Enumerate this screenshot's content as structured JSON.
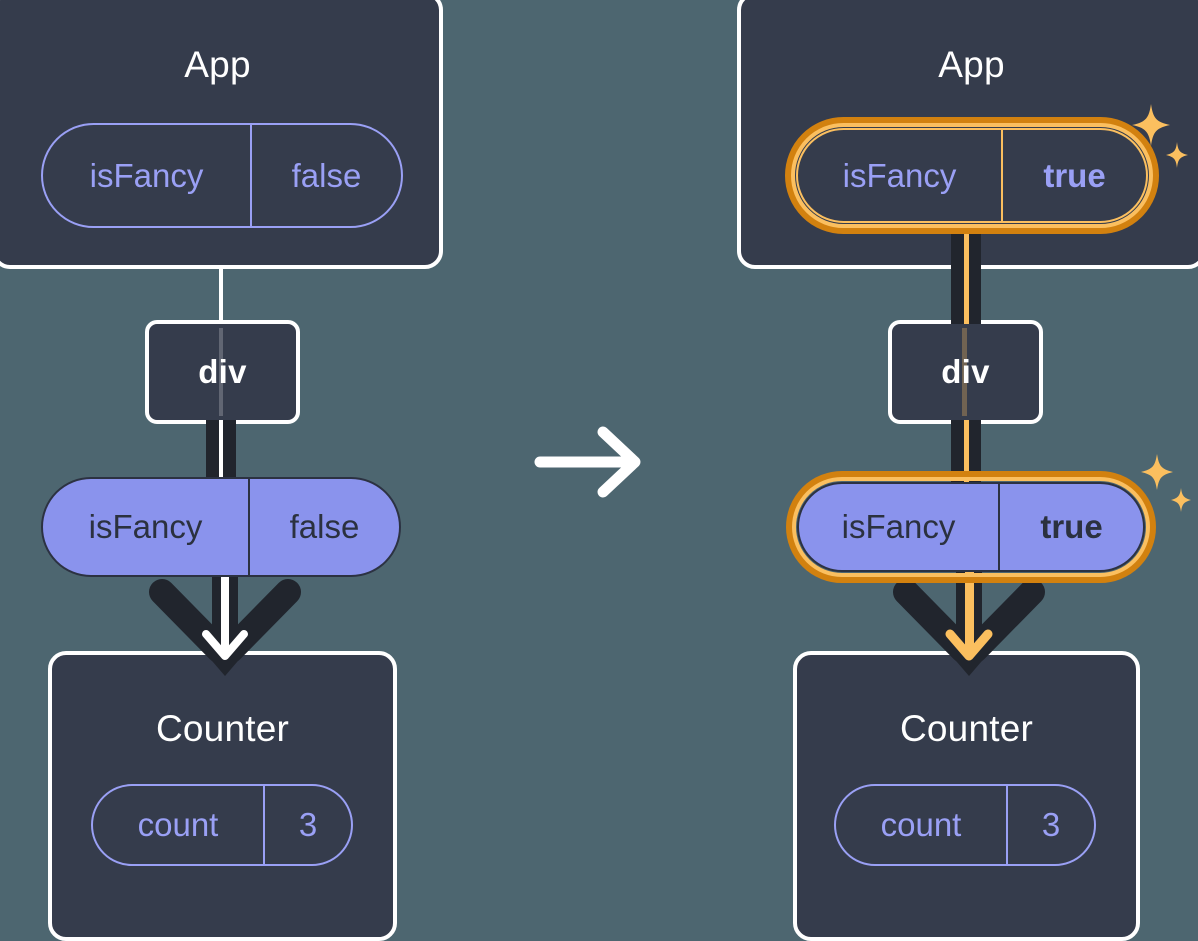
{
  "diagram": {
    "title": "React state update propagation diagram",
    "colors": {
      "background": "#4d6670",
      "card_fill": "#353c4c",
      "card_border": "#ffffff",
      "pill_outline": "#9aa0f5",
      "pill_fill": "#8a93ed",
      "pill_fill_text": "#2b313f",
      "highlight_outer": "#d2810f",
      "highlight_inner": "#fbbf5f",
      "line_dark": "#21252d",
      "line_light": "#ffffff",
      "line_highlight": "#fbbf5f"
    },
    "transition_arrow_icon": "arrow-right-icon"
  },
  "before": {
    "app_card": {
      "title": "App",
      "state_pill": {
        "key": "isFancy",
        "value": "false",
        "highlighted": false,
        "bold_value": false
      }
    },
    "div_node": {
      "label": "div"
    },
    "prop_pill": {
      "key": "isFancy",
      "value": "false",
      "highlighted": false,
      "bold_value": false
    },
    "counter_card": {
      "title": "Counter",
      "state_pill": {
        "key": "count",
        "value": "3",
        "highlighted": false,
        "bold_value": false
      }
    }
  },
  "after": {
    "app_card": {
      "title": "App",
      "state_pill": {
        "key": "isFancy",
        "value": "true",
        "highlighted": true,
        "bold_value": true
      },
      "sparkle_icon": "sparkles-icon"
    },
    "div_node": {
      "label": "div"
    },
    "prop_pill": {
      "key": "isFancy",
      "value": "true",
      "highlighted": true,
      "bold_value": true,
      "sparkle_icon": "sparkles-icon"
    },
    "counter_card": {
      "title": "Counter",
      "state_pill": {
        "key": "count",
        "value": "3",
        "highlighted": false,
        "bold_value": false
      }
    }
  }
}
